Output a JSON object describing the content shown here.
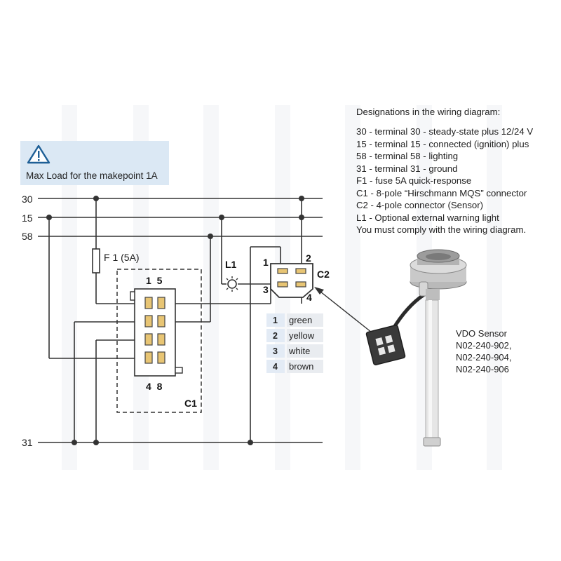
{
  "warning": {
    "icon": "warning-triangle-icon",
    "text": "Max Load for the makepoint 1A"
  },
  "rails": [
    {
      "id": "30",
      "label": "30"
    },
    {
      "id": "15",
      "label": "15"
    },
    {
      "id": "58",
      "label": "58"
    },
    {
      "id": "31",
      "label": "31"
    }
  ],
  "fuse": {
    "label": "F 1 (5A)"
  },
  "lamp": {
    "label": "L1"
  },
  "connector_c1": {
    "label": "C1",
    "pins_top": "1  5",
    "pins_bottom": "4  8"
  },
  "connector_c2": {
    "label": "C2",
    "pin1": "1",
    "pin2": "2",
    "pin3": "3",
    "pin4": "4"
  },
  "pin_colors": [
    {
      "num": "1",
      "color": "green"
    },
    {
      "num": "2",
      "color": "yellow"
    },
    {
      "num": "3",
      "color": "white"
    },
    {
      "num": "4",
      "color": "brown"
    }
  ],
  "designations": {
    "heading": "Designations in the wiring diagram:",
    "lines": [
      "30 - terminal 30 - steady-state plus 12/24 V",
      "15 - terminal 15 - connected (ignition) plus",
      "58 - terminal 58 - lighting",
      "31 - terminal 31 - ground",
      "F1 - fuse 5A quick-response",
      "C1 - 8-pole “Hirschmann MQS” connector",
      "C2 - 4-pole connector (Sensor)",
      "L1 - Optional external warning light",
      "You must comply with the wiring diagram."
    ]
  },
  "sensor": {
    "lines": [
      "VDO Sensor",
      "N02-240-902,",
      "N02-240-904,",
      "N02-240-906"
    ]
  }
}
